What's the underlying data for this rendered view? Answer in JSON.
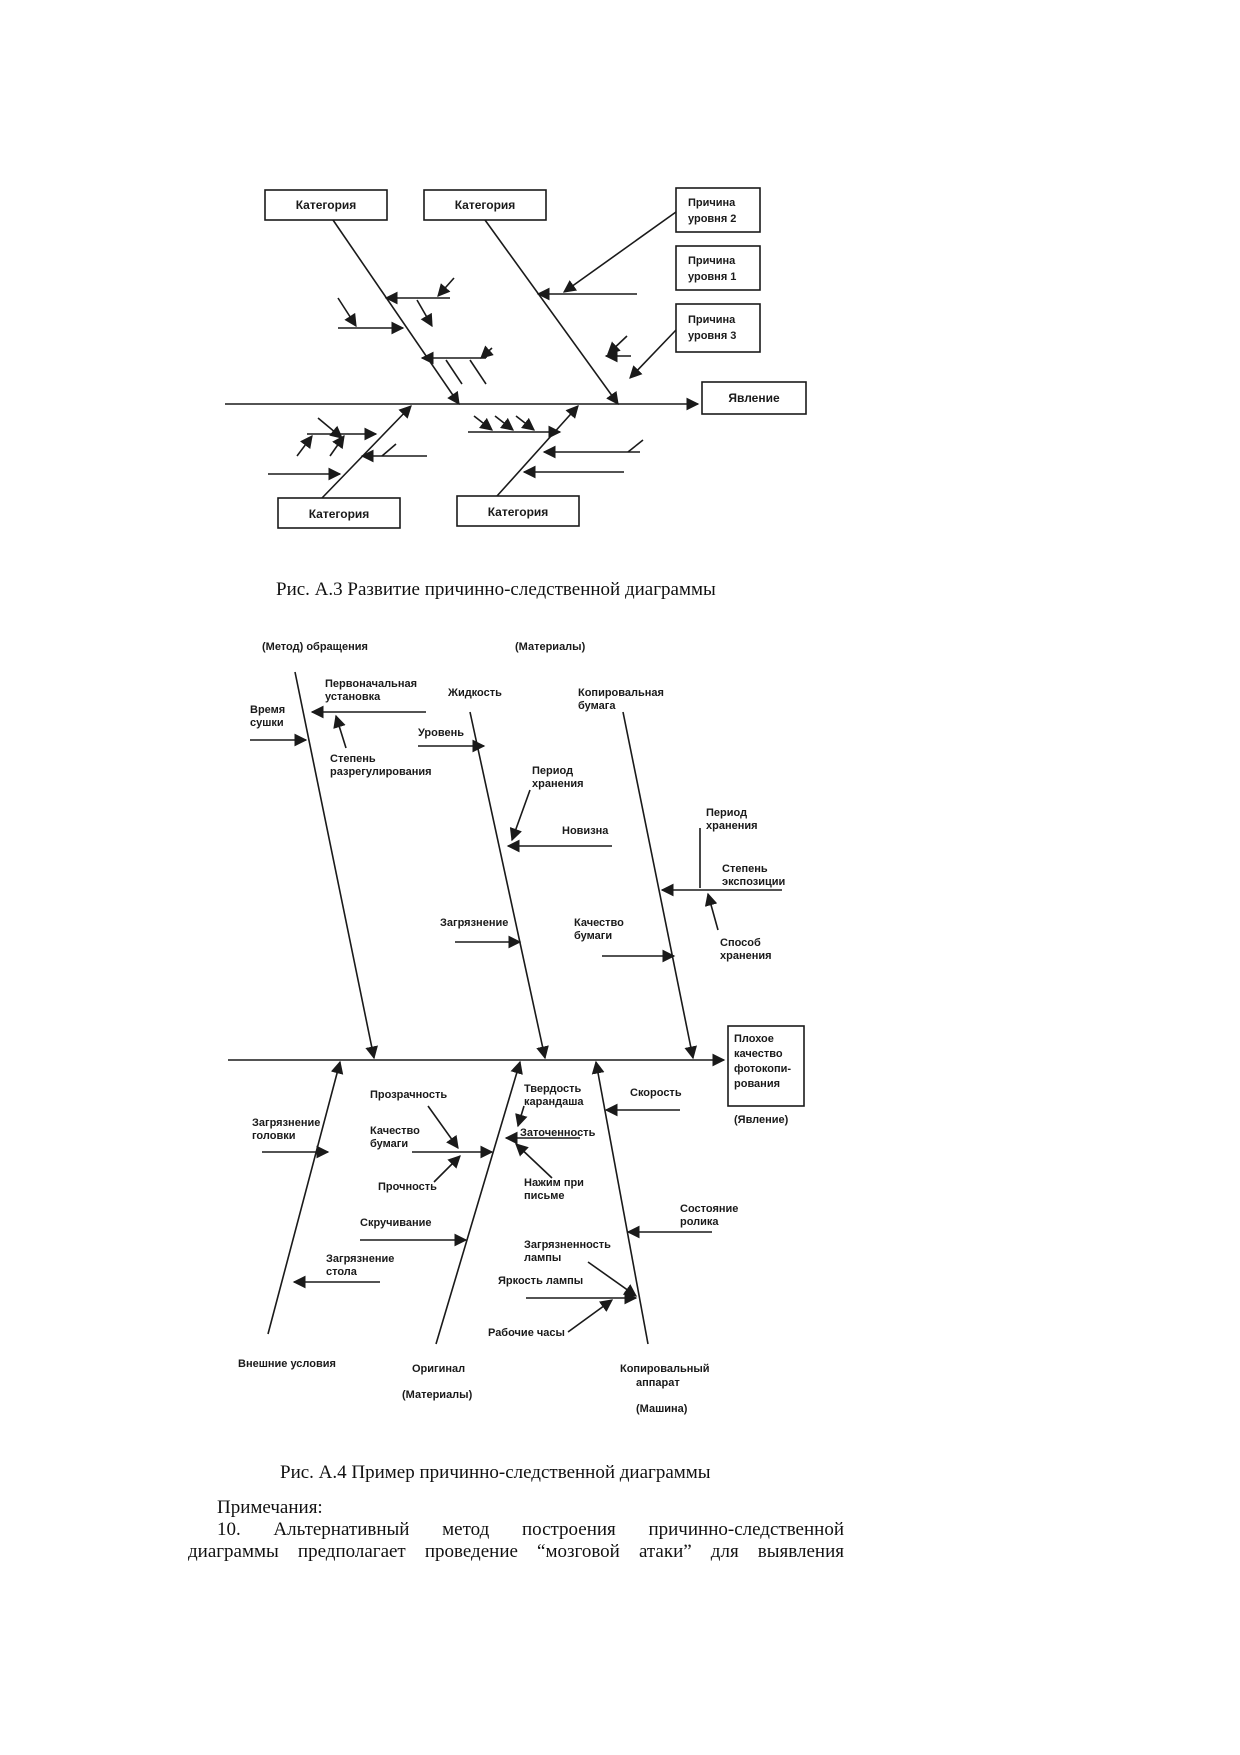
{
  "fig_a3": {
    "category_label": "Категория",
    "cause_level_2": [
      "Причина",
      "уровня 2"
    ],
    "cause_level_1": [
      "Причина",
      "уровня 1"
    ],
    "cause_level_3": [
      "Причина",
      "уровня 3"
    ],
    "effect_label": "Явление",
    "caption": "Рис. А.3 Развитие причинно-следственной диаграммы"
  },
  "fig_a4": {
    "method_header": "(Метод) обращения",
    "materials_header": "(Материалы)",
    "initial_setup": [
      "Первоначальная",
      "установка"
    ],
    "drying_time": [
      "Время",
      "сушки"
    ],
    "misadjust_degree": [
      "Степень",
      "разрегулирования"
    ],
    "liquid": "Жидкость",
    "level": "Уровень",
    "storage_period_a": [
      "Период",
      "хранения"
    ],
    "novelty": "Новизна",
    "contamination": "Загрязнение",
    "copy_paper": [
      "Копировальная",
      "бумага"
    ],
    "storage_period_b": [
      "Период",
      "хранения"
    ],
    "exposure_degree": [
      "Степень",
      "экспозиции"
    ],
    "paper_quality_top": [
      "Качество",
      "бумаги"
    ],
    "storage_method": [
      "Способ",
      "хранения"
    ],
    "effect_box": [
      "Плохое",
      "качество",
      "фотокопи-",
      "рования"
    ],
    "effect_tag": "(Явление)",
    "head_contamination": [
      "Загрязнение",
      "головки"
    ],
    "transparency": "Прозрачность",
    "paper_quality_bottom": [
      "Качество",
      "бумаги"
    ],
    "strength": "Прочность",
    "curling": "Скручивание",
    "table_contamination": [
      "Загрязнение",
      "стола"
    ],
    "external_conditions": "Внешние условия",
    "original": "Оригинал",
    "original_tag": "(Материалы)",
    "pencil_hardness": [
      "Твердость",
      "карандаша"
    ],
    "sharpness": "Заточенность",
    "speed": "Скорость",
    "writing_pressure": [
      "Нажим при",
      "письме"
    ],
    "roller_state": [
      "Состояние",
      "ролика"
    ],
    "lamp_contamination": [
      "Загрязненность",
      "лампы"
    ],
    "lamp_brightness": "Яркость лампы",
    "work_hours": "Рабочие часы",
    "copier": [
      "Копировальный",
      "аппарат"
    ],
    "copier_tag": "(Машина)",
    "caption": "Рис. А.4 Пример причинно-следственной диаграммы"
  },
  "notes": {
    "heading": "Примечания:",
    "line1": "10. Альтернативный метод построения причинно-следственной",
    "line2": "диаграммы предполагает проведение “мозговой атаки” для выявления"
  }
}
